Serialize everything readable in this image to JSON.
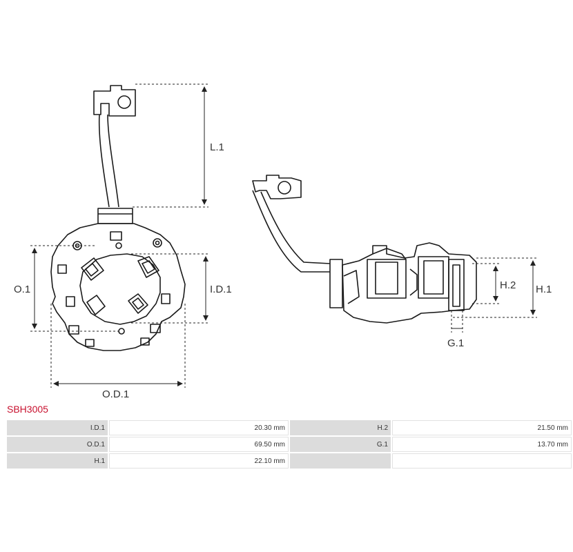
{
  "brand_color": "#c8102e",
  "line_color": "#1a1a1a",
  "dim_color": "#222222",
  "product_code": "SBH3005",
  "dimension_labels": {
    "L1": "L.1",
    "O1": "O.1",
    "ID1": "I.D.1",
    "OD1": "O.D.1",
    "H2": "H.2",
    "H1": "H.1",
    "G1": "G.1"
  },
  "specs": [
    {
      "left_key": "I.D.1",
      "left_value": "20.30 mm",
      "right_key": "H.2",
      "right_value": "21.50 mm"
    },
    {
      "left_key": "O.D.1",
      "left_value": "69.50 mm",
      "right_key": "G.1",
      "right_value": "13.70 mm"
    },
    {
      "left_key": "H.1",
      "left_value": "22.10 mm",
      "right_key": "",
      "right_value": ""
    }
  ]
}
